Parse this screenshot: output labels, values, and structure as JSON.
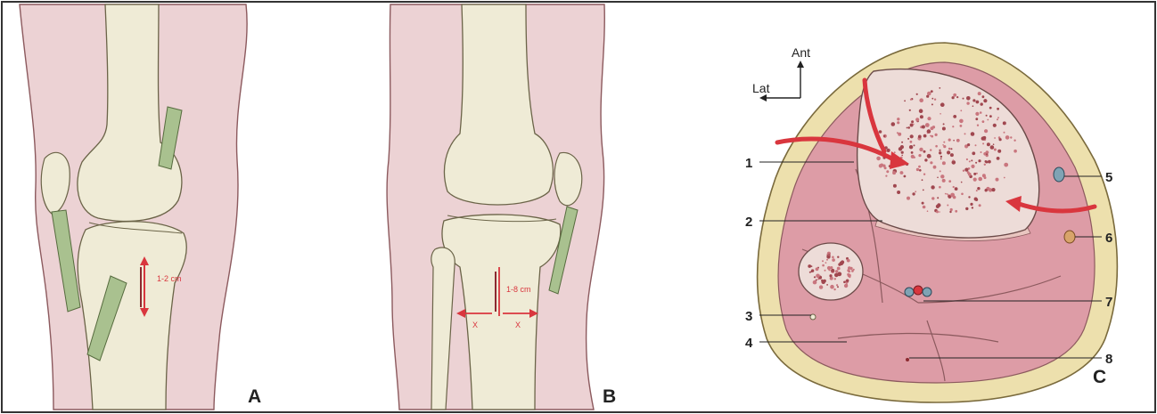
{
  "panels": {
    "a": {
      "label": "A",
      "measurement": "1-2 cm"
    },
    "b": {
      "label": "B",
      "measurement": "1-8 cm",
      "offset_left": "X",
      "offset_right": "X"
    },
    "c": {
      "label": "C",
      "orientation": {
        "anterior": "Ant",
        "lateral": "Lat"
      },
      "callouts": [
        "1",
        "2",
        "3",
        "4",
        "5",
        "6",
        "7",
        "8"
      ]
    }
  },
  "colors": {
    "skin": "#ecd2d4",
    "bone": "#efebd6",
    "tendon": "#a9c18f",
    "muscle": "#dd9ca6",
    "fat": "#ede0ad",
    "annotation": "#d9363e"
  }
}
